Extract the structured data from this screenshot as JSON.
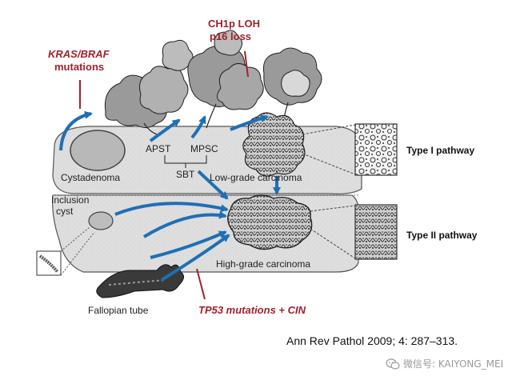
{
  "labels": {
    "kras_braf_line1": "KRAS/BRAF",
    "kras_braf_line2": "mutations",
    "ch1p_line1": "CH1p LOH",
    "ch1p_line2": "p16 loss",
    "cystadenoma": "Cystadenoma",
    "apst": "APST",
    "mpsc": "MPSC",
    "sbt": "SBT",
    "low_grade": "Low-grade carcinoma",
    "inclusion_line1": "Inclusion",
    "inclusion_line2": "cyst",
    "high_grade": "High-grade carcinoma",
    "fallopian": "Fallopian tube",
    "tp53": "TP53 mutations + CIN",
    "type1": "Type I pathway",
    "type2": "Type II pathway"
  },
  "citation": "Ann Rev Pathol 2009; 4: 287–313.",
  "watermark": "微信号: KAIYONG_MEI",
  "colors": {
    "arrow_blue": "#1f6fb4",
    "label_red": "#a3202a",
    "tissue_gray": "#dcdcdc"
  }
}
